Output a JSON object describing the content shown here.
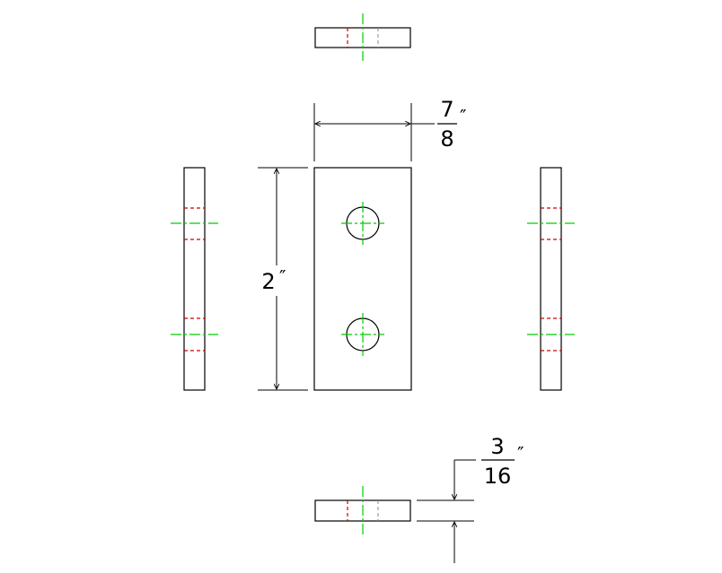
{
  "drawing": {
    "dimensions": {
      "width": {
        "numerator": "7",
        "denominator": "8",
        "unit": "″"
      },
      "height": {
        "value": "2",
        "unit": "″"
      },
      "thickness": {
        "numerator": "3",
        "denominator": "16",
        "unit": "″"
      }
    },
    "colors": {
      "outline": "#000000",
      "hidden_line": "#cc0000",
      "center_line": "#00cc00",
      "background": "#ffffff"
    }
  }
}
